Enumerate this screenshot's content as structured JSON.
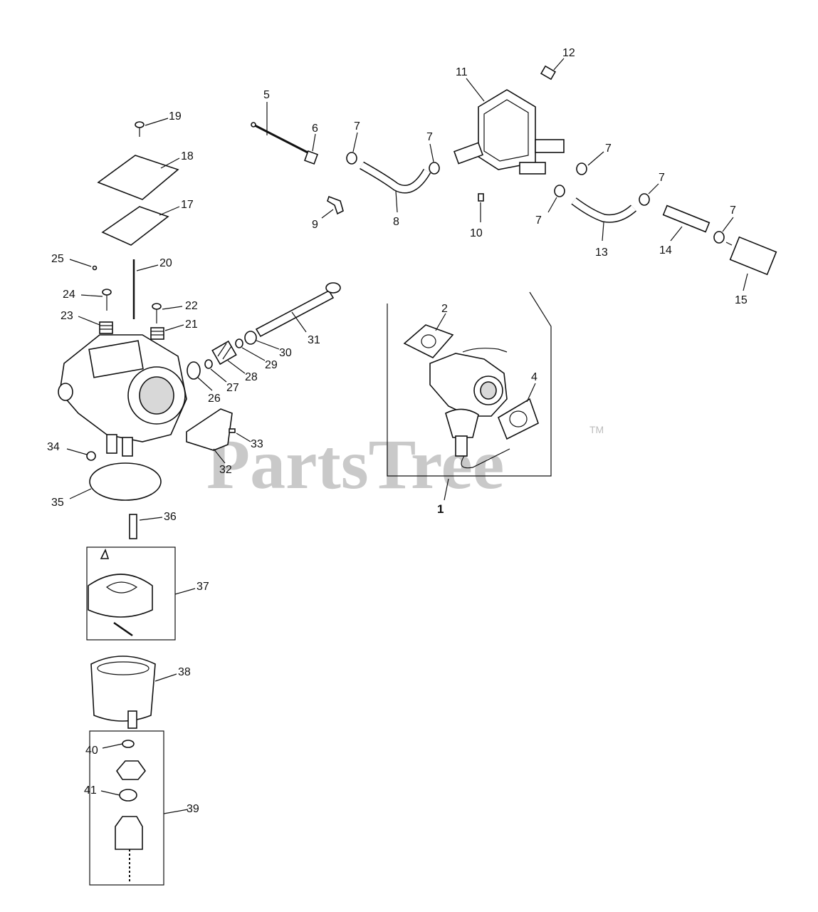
{
  "watermark": {
    "text": "PartsTree",
    "tm": "TM"
  },
  "callouts": {
    "c1": "1",
    "c2": "2",
    "c4": "4",
    "c5": "5",
    "c6": "6",
    "c7a": "7",
    "c7b": "7",
    "c7c": "7",
    "c7d": "7",
    "c7e": "7",
    "c7f": "7",
    "c8": "8",
    "c9": "9",
    "c10": "10",
    "c11": "11",
    "c12": "12",
    "c13": "13",
    "c14": "14",
    "c15": "15",
    "c17": "17",
    "c18": "18",
    "c19": "19",
    "c20": "20",
    "c21": "21",
    "c22": "22",
    "c23": "23",
    "c24": "24",
    "c25": "25",
    "c26": "26",
    "c27": "27",
    "c28": "28",
    "c29": "29",
    "c30": "30",
    "c31": "31",
    "c32": "32",
    "c33": "33",
    "c34": "34",
    "c35": "35",
    "c36": "36",
    "c37": "37",
    "c38": "38",
    "c39": "39",
    "c40": "40",
    "c41": "41"
  }
}
